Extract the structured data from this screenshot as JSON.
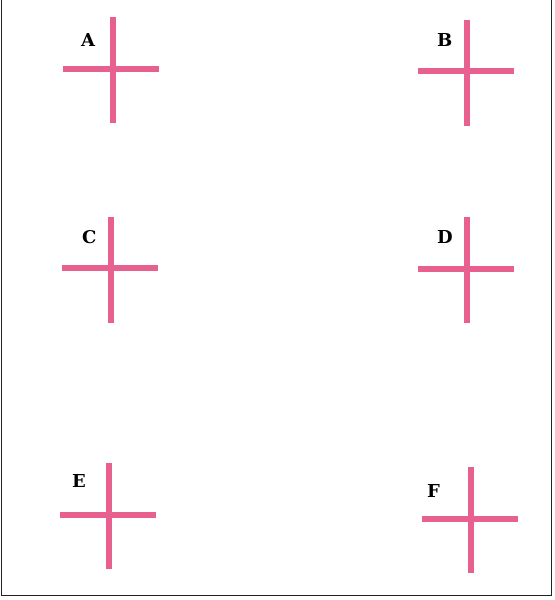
{
  "cross_color": "#e8608f",
  "markers": [
    {
      "id": "A",
      "label": "A"
    },
    {
      "id": "B",
      "label": "B"
    },
    {
      "id": "C",
      "label": "C"
    },
    {
      "id": "D",
      "label": "D"
    },
    {
      "id": "E",
      "label": "E"
    },
    {
      "id": "F",
      "label": "F"
    }
  ]
}
